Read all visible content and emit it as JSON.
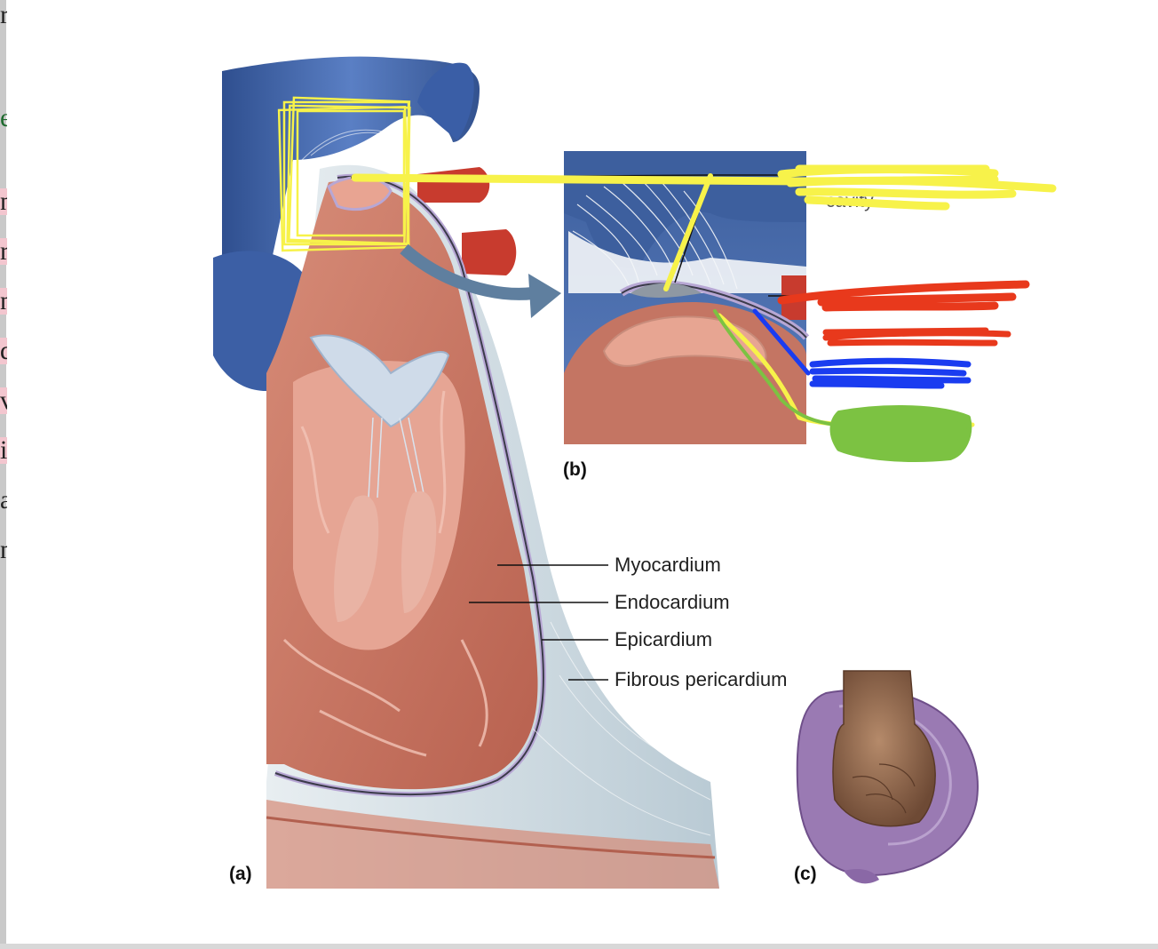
{
  "labels": {
    "myocardium": "Myocardium",
    "endocardium": "Endocardium",
    "epicardium": "Epicardium",
    "fibrous_pericardium": "Fibrous pericardium",
    "cavity": "cavity"
  },
  "panels": {
    "a": "(a)",
    "b": "(b)",
    "c": "(c)"
  },
  "left_edge_glyphs": [
    "r",
    "e",
    "n",
    "r",
    "n",
    "d",
    "v",
    "i",
    "a",
    "n"
  ],
  "highlight_colors": {
    "yellow": "#f7f24a",
    "red": "#e8391c",
    "blue": "#1a3cf0",
    "green": "#7cc242"
  }
}
